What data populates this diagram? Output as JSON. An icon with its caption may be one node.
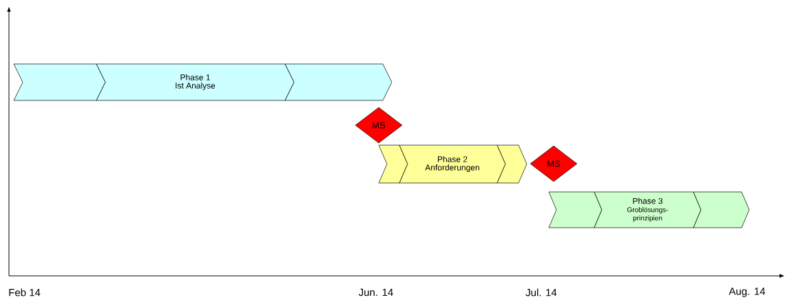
{
  "diagram": {
    "nodes": [
      {
        "text": [],
        "shape": "chevron"
      },
      {
        "text": [
          "Phase 1",
          "Ist Analyse"
        ]
      },
      {
        "text": [],
        "shape": "chevron"
      },
      {
        "text": [
          "MS"
        ]
      },
      {
        "text": [],
        "shape": "chevron"
      },
      {
        "text": [
          "Phase 2",
          "Anforderungen"
        ]
      },
      {
        "text": [],
        "shape": "chevron"
      },
      {
        "text": [
          "MS"
        ]
      },
      {
        "text": [],
        "shape": "chevron"
      },
      {
        "text": [
          "Phase 3",
          "Groblösungs- prinzipien"
        ]
      },
      {
        "text": [],
        "shape": "chevron"
      }
    ],
    "labels": [
      "Feb 14",
      "Jun. 14",
      "Jul. 14",
      "Aug. 14"
    ]
  }
}
